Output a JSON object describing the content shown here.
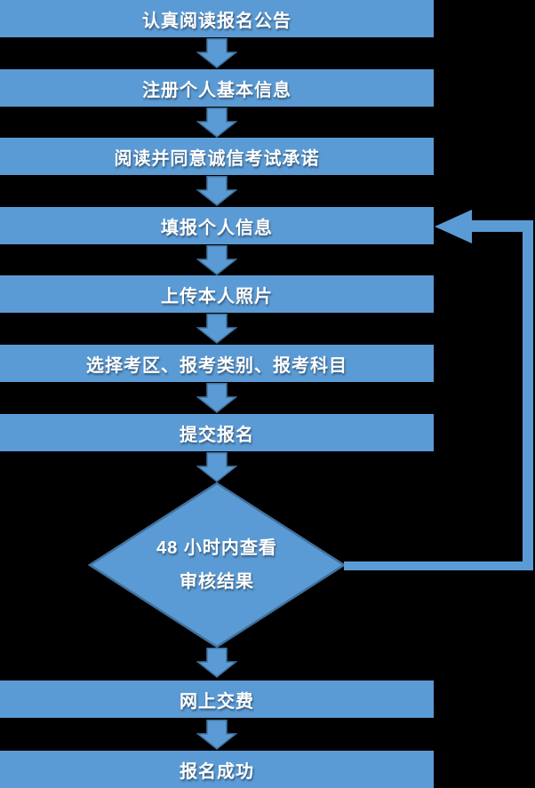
{
  "colors": {
    "shape_fill": "#5B9BD5",
    "shape_border": "#41719C",
    "text_color": "#FFFFFF",
    "background": "#000000"
  },
  "flow": {
    "steps": [
      "认真阅读报名公告",
      "注册个人基本信息",
      "阅读并同意诚信考试承诺",
      "填报个人信息",
      "上传本人照片",
      "选择考区、报考类别、报考科目",
      "提交报名",
      "网上交费",
      "报名成功"
    ],
    "decision": {
      "line1": "48 小时内查看",
      "line2": "审核结果"
    }
  }
}
